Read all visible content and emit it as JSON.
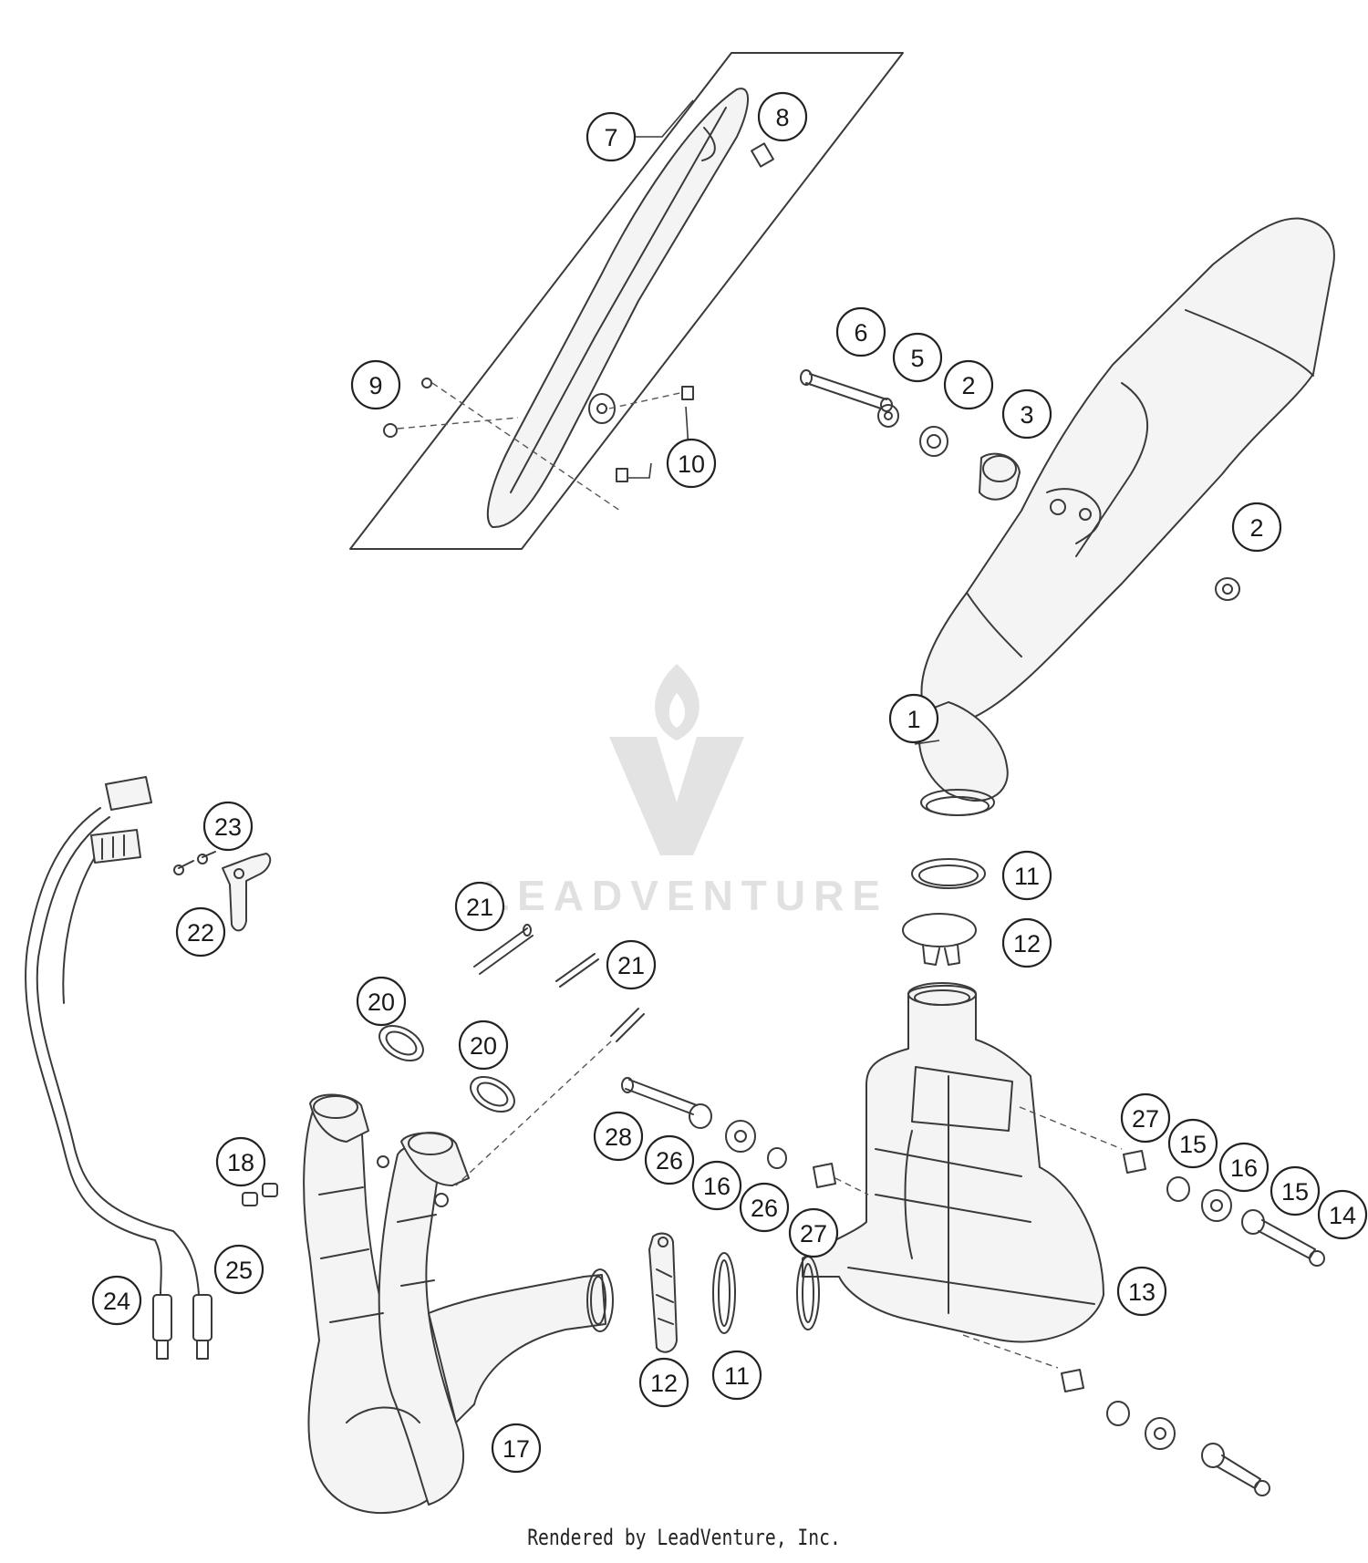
{
  "watermark": {
    "text": "LEADVENTURE"
  },
  "footer": {
    "text": "Rendered by LeadVenture, Inc."
  },
  "callouts": [
    {
      "n": "1"
    },
    {
      "n": "2"
    },
    {
      "n": "2"
    },
    {
      "n": "3"
    },
    {
      "n": "5"
    },
    {
      "n": "6"
    },
    {
      "n": "7"
    },
    {
      "n": "8"
    },
    {
      "n": "9"
    },
    {
      "n": "10"
    },
    {
      "n": "11"
    },
    {
      "n": "11"
    },
    {
      "n": "12"
    },
    {
      "n": "12"
    },
    {
      "n": "13"
    },
    {
      "n": "14"
    },
    {
      "n": "15"
    },
    {
      "n": "15"
    },
    {
      "n": "16"
    },
    {
      "n": "16"
    },
    {
      "n": "17"
    },
    {
      "n": "18"
    },
    {
      "n": "20"
    },
    {
      "n": "20"
    },
    {
      "n": "21"
    },
    {
      "n": "21"
    },
    {
      "n": "22"
    },
    {
      "n": "23"
    },
    {
      "n": "24"
    },
    {
      "n": "25"
    },
    {
      "n": "26"
    },
    {
      "n": "26"
    },
    {
      "n": "27"
    },
    {
      "n": "27"
    },
    {
      "n": "28"
    }
  ]
}
